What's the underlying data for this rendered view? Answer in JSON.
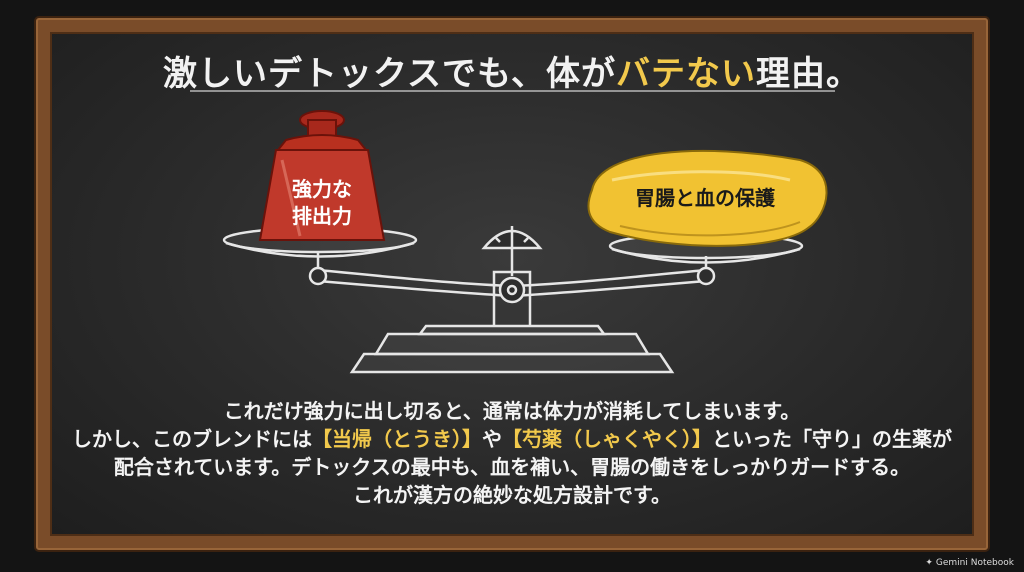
{
  "title": {
    "part1": "激しいデトックスでも、体が",
    "highlight": "バテない",
    "part2": "理由。"
  },
  "scale": {
    "left_label_line1": "強力な",
    "left_label_line2": "排出力",
    "right_label": "胃腸と血の保護"
  },
  "body": {
    "line1": "これだけ強力に出し切ると、通常は体力が消耗してしまいます。",
    "line2_a": "しかし、このブレンドには",
    "line2_hl1": "【当帰（とうき）】",
    "line2_b": "や",
    "line2_hl2": "【芍薬（しゃくやく）】",
    "line2_c": "といった「守り」の生薬が",
    "line3": "配合されています。デトックスの最中も、血を補い、胃腸の働きをしっかりガードする。",
    "line4": "これが漢方の絶妙な処方設計です。"
  },
  "watermark": {
    "icon": "sparkle-icon",
    "text": "Gemini Notebook"
  },
  "colors": {
    "highlight": "#f2c94c",
    "board": "#2c2c2c",
    "frame": "#7a4c29",
    "weight": "#c0392b",
    "pillow": "#f1c232"
  }
}
